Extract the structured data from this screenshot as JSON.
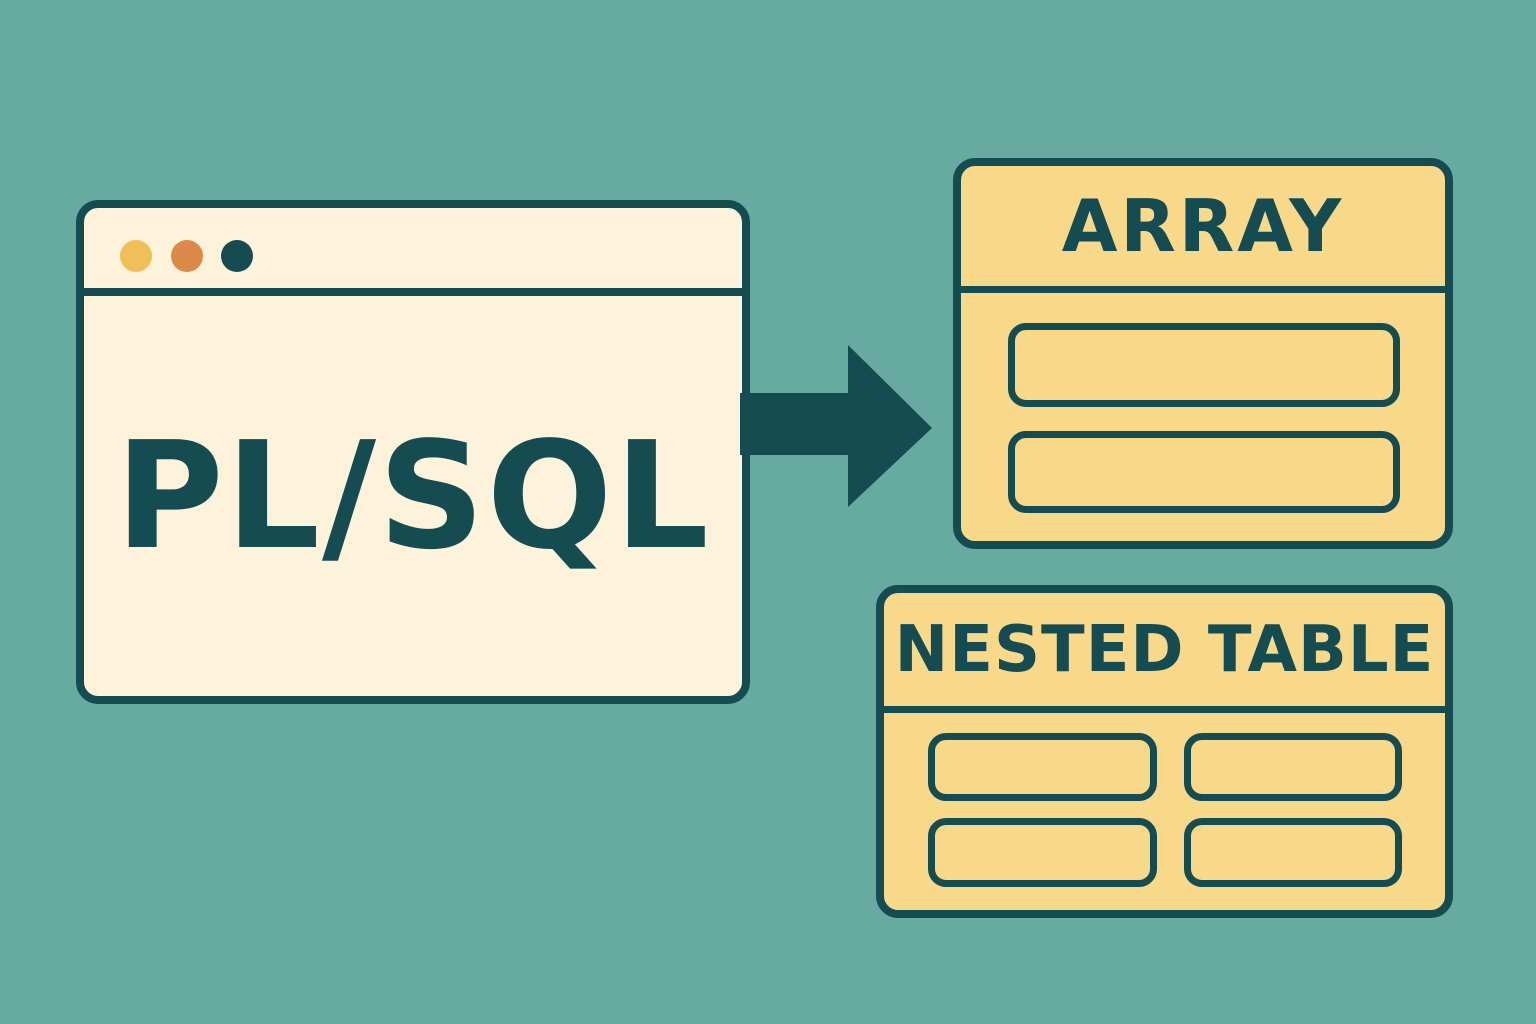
{
  "colors": {
    "background": "#67aaa0",
    "dark": "#154c52",
    "cream": "#fdf2da",
    "yellow": "#f8d98a",
    "dot_yellow": "#f0bf5a",
    "dot_orange": "#dc8a4a"
  },
  "source": {
    "title": "PL/SQL",
    "dots": [
      "yellow",
      "orange",
      "dark"
    ]
  },
  "arrow": {
    "icon": "arrow-right-icon"
  },
  "targets": [
    {
      "label": "ARRAY",
      "slots": 2
    },
    {
      "label": "NESTED TABLE",
      "slots": 4
    }
  ]
}
